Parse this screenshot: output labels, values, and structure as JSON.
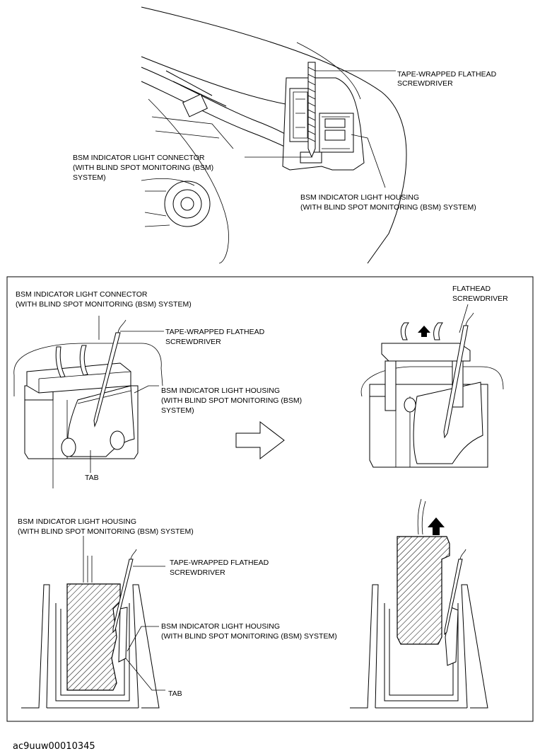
{
  "top_figure": {
    "labels": {
      "tape_screwdriver_1": "TAPE-WRAPPED FLATHEAD",
      "tape_screwdriver_2": "SCREWDRIVER",
      "connector_1": "BSM INDICATOR LIGHT CONNECTOR",
      "connector_2": "(WITH BLIND SPOT MONITORING (BSM)",
      "connector_3": "SYSTEM)",
      "housing_1": "BSM INDICATOR LIGHT HOUSING",
      "housing_2": "(WITH BLIND SPOT MONITORING (BSM) SYSTEM)"
    }
  },
  "detail_left": {
    "labels": {
      "connector_1": "BSM INDICATOR LIGHT CONNECTOR",
      "connector_2": "(WITH BLIND SPOT MONITORING (BSM) SYSTEM)",
      "tape_screwdriver_1": "TAPE-WRAPPED FLATHEAD",
      "tape_screwdriver_2": "SCREWDRIVER",
      "housing_1": "BSM INDICATOR LIGHT HOUSING",
      "housing_2": "(WITH BLIND SPOT MONITORING (BSM)",
      "housing_3": "SYSTEM)",
      "tab": "TAB"
    }
  },
  "detail_right": {
    "labels": {
      "screwdriver_1": "FLATHEAD",
      "screwdriver_2": "SCREWDRIVER"
    }
  },
  "section_left": {
    "labels": {
      "housing_top_1": "BSM INDICATOR LIGHT HOUSING",
      "housing_top_2": "(WITH BLIND SPOT MONITORING (BSM) SYSTEM)",
      "tape_screwdriver_1": "TAPE-WRAPPED FLATHEAD",
      "tape_screwdriver_2": "SCREWDRIVER",
      "housing_1": "BSM INDICATOR LIGHT HOUSING",
      "housing_2": "(WITH BLIND SPOT MONITORING (BSM) SYSTEM)",
      "tab": "TAB"
    }
  },
  "figure_code": "ac9uuw00010345"
}
